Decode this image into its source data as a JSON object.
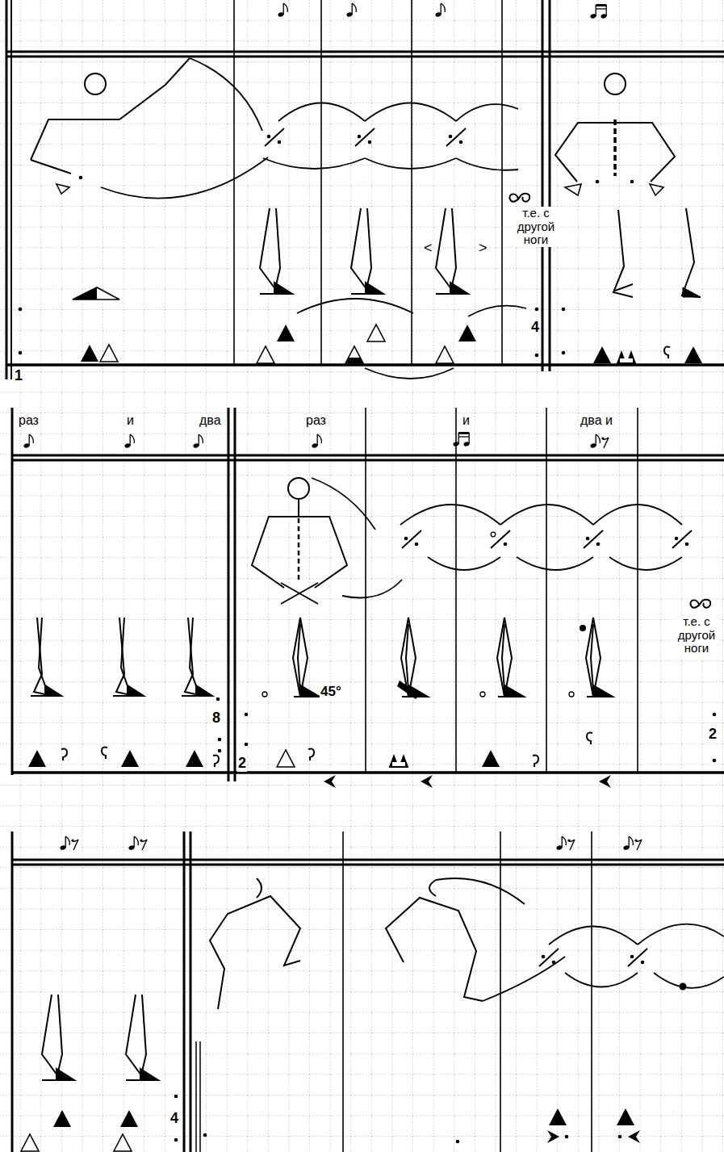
{
  "diagram": {
    "labels": [
      "1",
      "<",
      ">",
      "т.е. с другой ноги",
      "4",
      "раз",
      "и",
      "два",
      "раз",
      "и",
      "два и",
      "8",
      "45°",
      "т.е. с другой ноги",
      "2",
      "2",
      "4"
    ]
  }
}
